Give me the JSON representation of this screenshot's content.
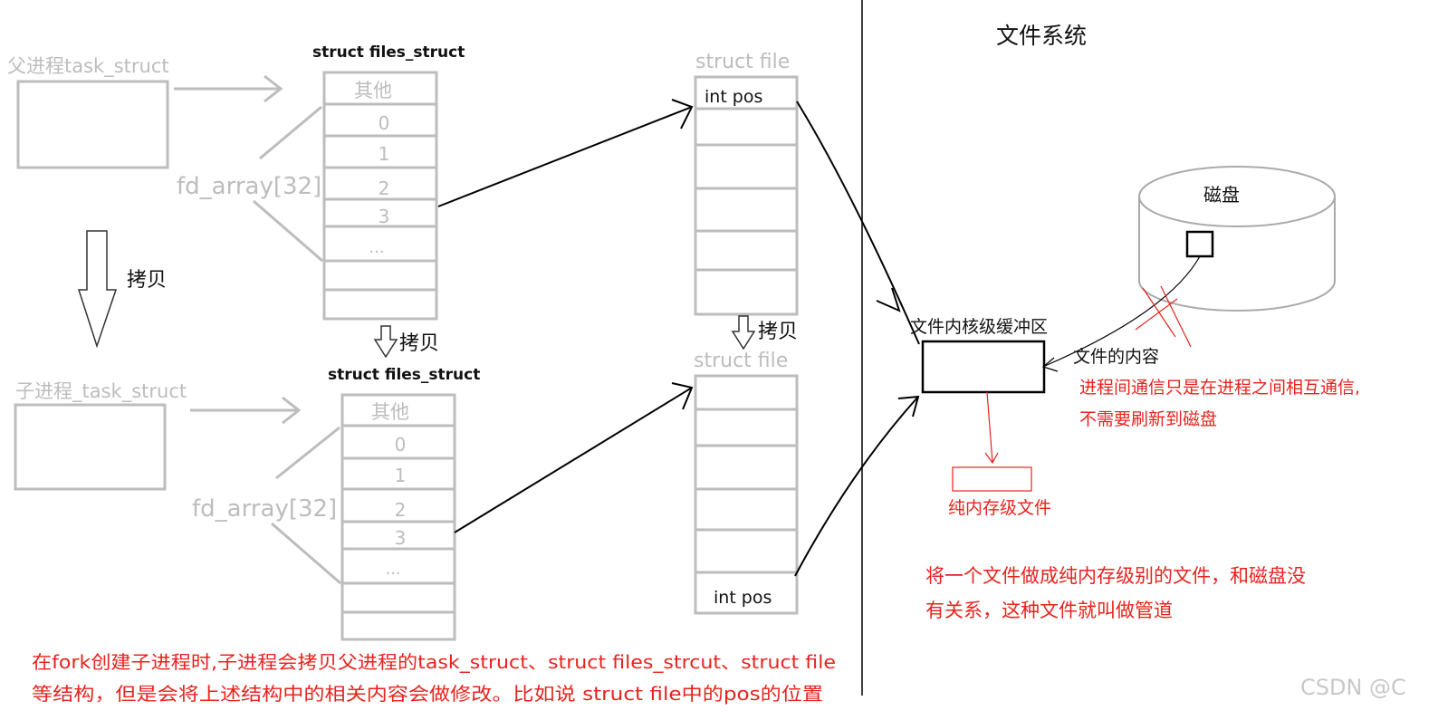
{
  "left": {
    "parent_label": "父进程task_struct",
    "child_label": "子进程_task_struct",
    "copy_label": "拷贝",
    "files_struct_title": "struct files_struct",
    "fd_array_label": "fd_array[32]",
    "slots": [
      "其他",
      "0",
      "1",
      "2",
      "3",
      "..."
    ],
    "struct_file_label": "struct file",
    "int_pos_label": "int pos"
  },
  "right": {
    "fs_title": "文件系统",
    "disk_label": "磁盘",
    "buffer_label": "文件内核级缓冲区",
    "content_label": "文件的内容",
    "ipc_note_line1": "进程间通信只是在进程之间相互通信,",
    "ipc_note_line2": "不需要刷新到磁盘",
    "memfile_label": "纯内存级文件",
    "pipe_note_line1": "将一个文件做成纯内存级别的文件，和磁盘没",
    "pipe_note_line2": "有关系，这种文件就叫做管道"
  },
  "bottom_note": {
    "line1": "在fork创建子进程时,子进程会拷贝父进程的task_struct、struct files_strcut、struct file",
    "line2": "等结构，但是会将上述结构中的相关内容会做修改。比如说 struct file中的pos的位置"
  },
  "watermark": "CSDN @C"
}
